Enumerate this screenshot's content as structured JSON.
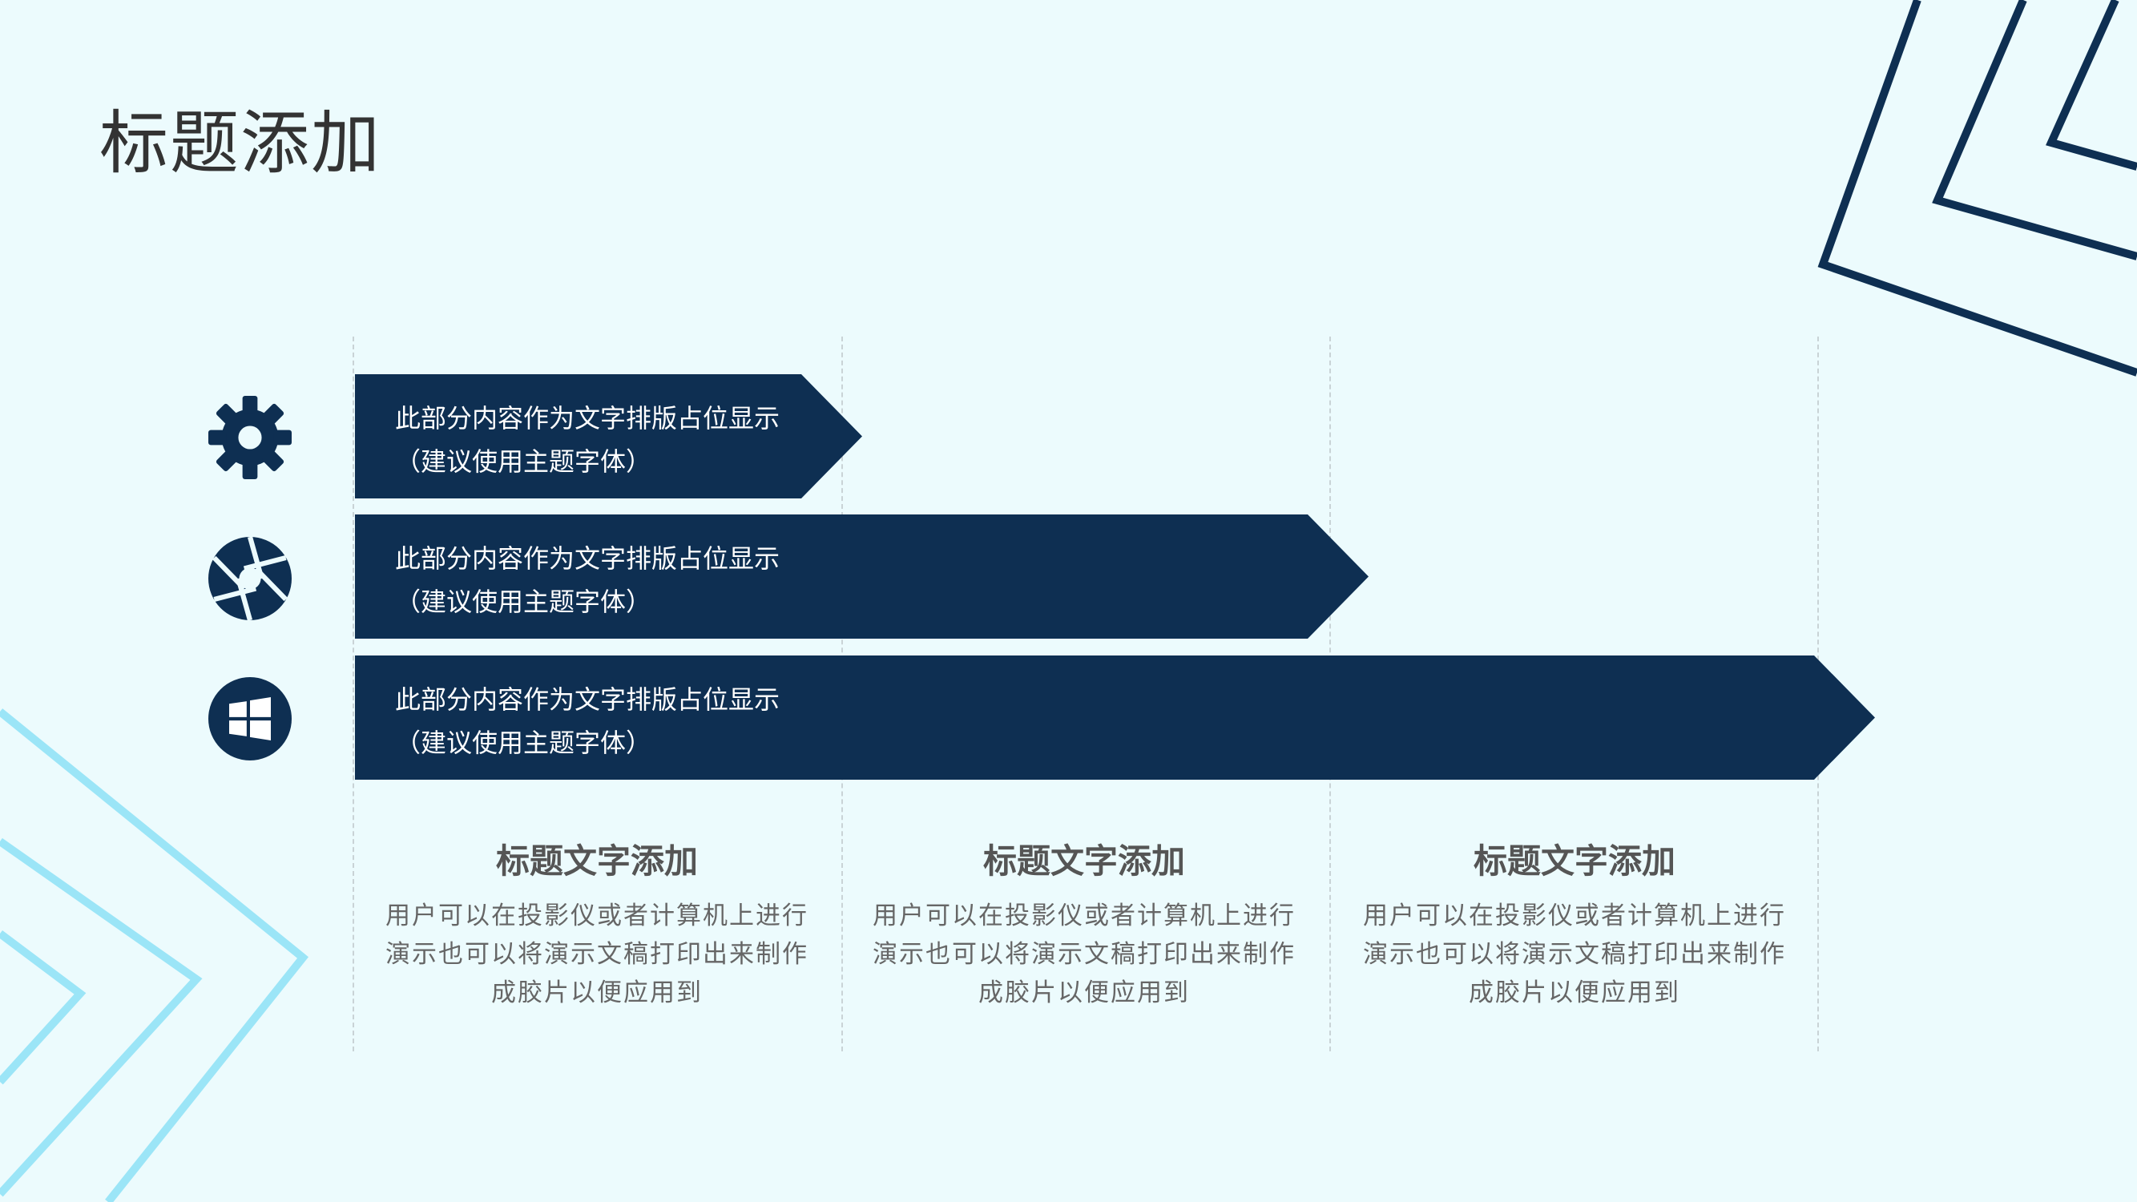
{
  "title": "标题添加",
  "colors": {
    "primary": "#0e2f52",
    "accent": "#9be5f7",
    "background": "#ecfbfd"
  },
  "rows": [
    {
      "icon": "gear-icon",
      "text_line1": "此部分内容作为文字排版占位显示",
      "text_line2": "（建议使用主题字体）"
    },
    {
      "icon": "aperture-icon",
      "text_line1": "此部分内容作为文字排版占位显示",
      "text_line2": "（建议使用主题字体）"
    },
    {
      "icon": "windows-icon",
      "text_line1": "此部分内容作为文字排版占位显示",
      "text_line2": "（建议使用主题字体）"
    }
  ],
  "columns": [
    {
      "title": "标题文字添加",
      "desc": "用户可以在投影仪或者计算机上进行演示也可以将演示文稿打印出来制作成胶片以便应用到"
    },
    {
      "title": "标题文字添加",
      "desc": "用户可以在投影仪或者计算机上进行演示也可以将演示文稿打印出来制作成胶片以便应用到"
    },
    {
      "title": "标题文字添加",
      "desc": "用户可以在投影仪或者计算机上进行演示也可以将演示文稿打印出来制作成胶片以便应用到"
    }
  ]
}
